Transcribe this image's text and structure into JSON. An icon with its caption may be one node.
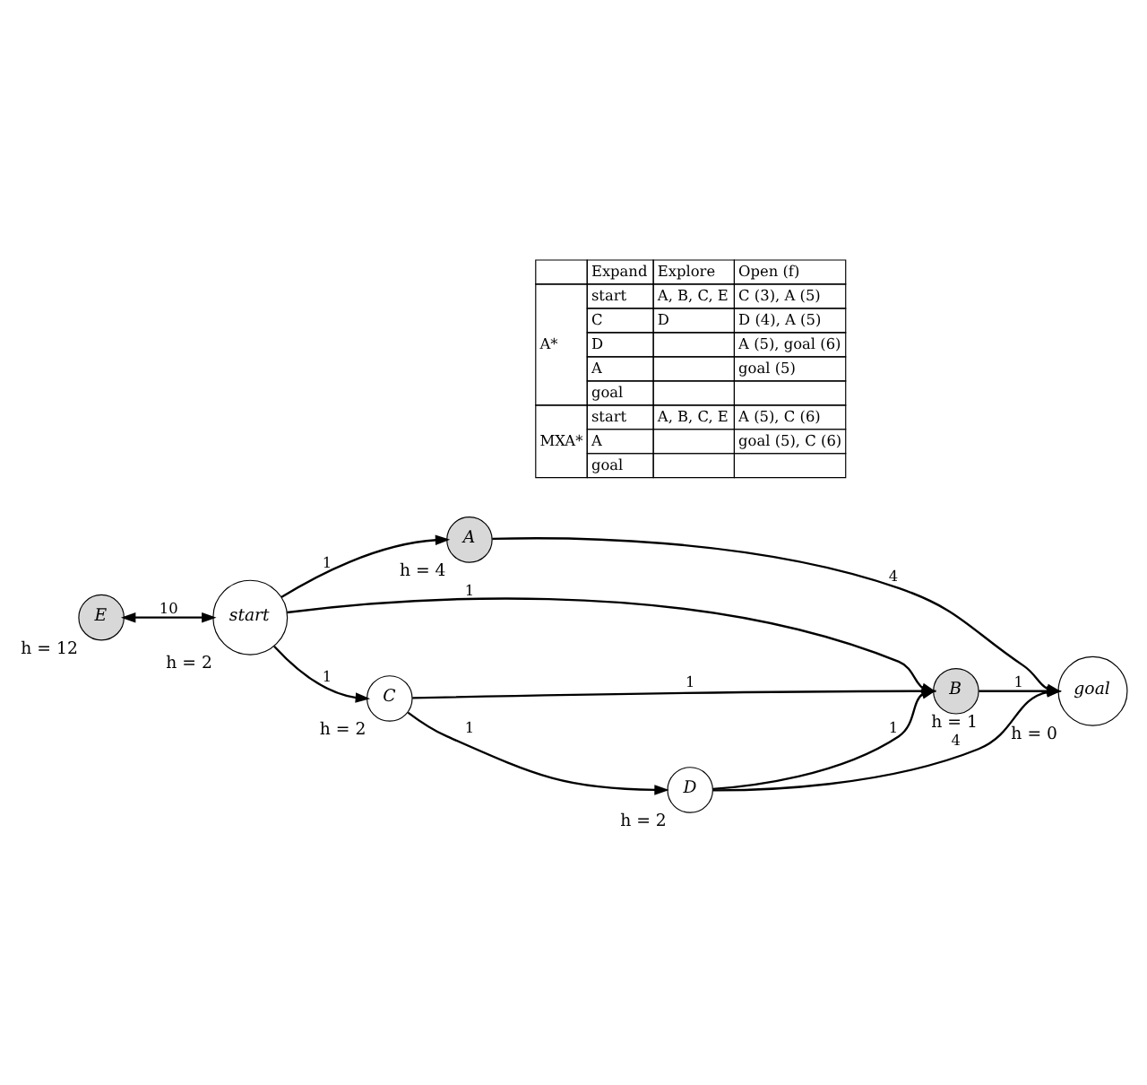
{
  "diagram": {
    "nodes": [
      {
        "text": [
          "E"
        ],
        "beside": [
          "h = 12"
        ]
      },
      {
        "text": [
          "A"
        ],
        "beside": [
          "h = 4"
        ]
      },
      {
        "text": [
          "start"
        ],
        "beside": [
          "h = 2"
        ]
      },
      {
        "text": [
          "B"
        ],
        "beside": [
          "h = 1"
        ]
      },
      {
        "text": [
          "goal"
        ],
        "beside": [
          "h = 0"
        ]
      },
      {
        "text": [
          "C"
        ],
        "beside": [
          "h = 2"
        ]
      },
      {
        "text": [
          "D"
        ],
        "beside": [
          "h = 2"
        ]
      }
    ],
    "edges": [
      {
        "from": 0,
        "to": 2,
        "arrow": "both",
        "label": "10"
      },
      {
        "from": 2,
        "to": 1,
        "arrow": "to",
        "label": "1"
      },
      {
        "from": 1,
        "to": 4,
        "arrow": "to",
        "label": "4"
      },
      {
        "from": 2,
        "to": 3,
        "arrow": "to",
        "label": "1"
      },
      {
        "from": 3,
        "to": 4,
        "arrow": "to",
        "label": "1"
      },
      {
        "from": 2,
        "to": 5,
        "arrow": "to",
        "label": "1"
      },
      {
        "from": 5,
        "to": 3,
        "arrow": "to",
        "label": "1"
      },
      {
        "from": 5,
        "to": 6,
        "arrow": "to",
        "label": "1"
      },
      {
        "from": 6,
        "to": 3,
        "arrow": "to",
        "label": "1"
      },
      {
        "from": 6,
        "to": 4,
        "arrow": "to",
        "label": "4"
      }
    ],
    "labels": [
      "Expand",
      "Explore",
      "Open (f)",
      "A*",
      "start",
      "A, B, C, E",
      "C (3), A (5)",
      "C",
      "D",
      "D (4), A (5)",
      "D",
      "A (5), goal (6)",
      "A",
      "goal (5)",
      "goal",
      "MXA*",
      "start",
      "A, B, C, E",
      "A (5), C (6)",
      "A",
      "goal (5), C (6)",
      "goal"
    ]
  }
}
